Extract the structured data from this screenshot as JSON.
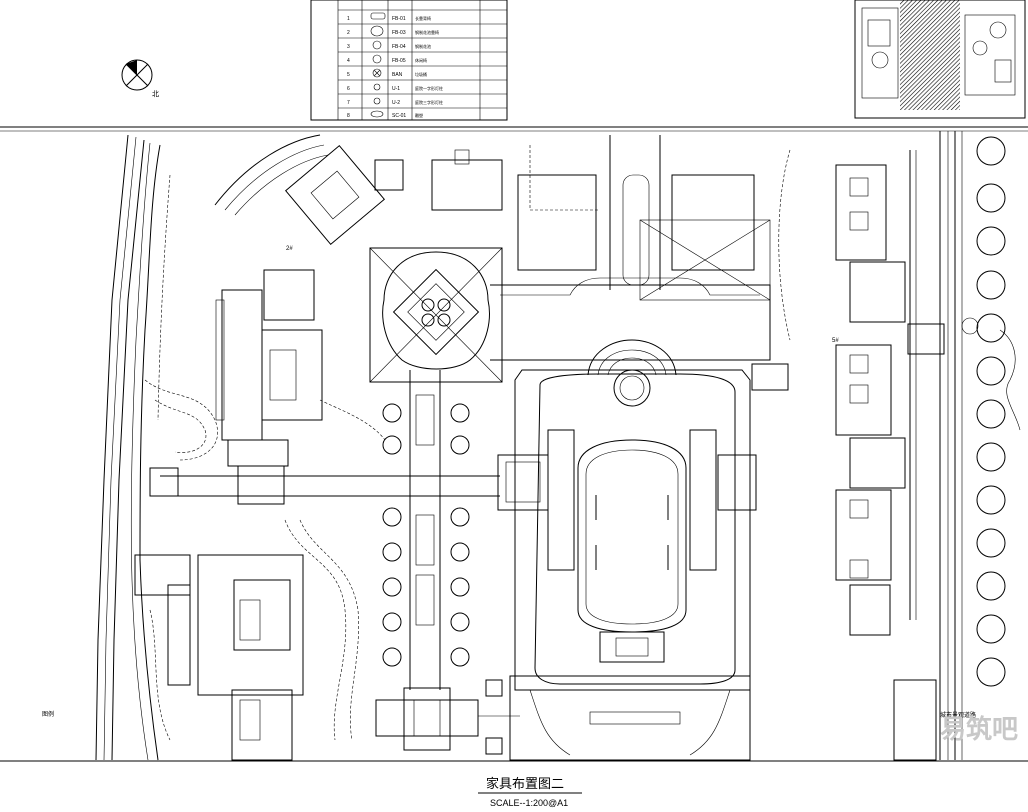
{
  "legend": {
    "rows": [
      {
        "no": "1",
        "code": "FB-01",
        "name": "长靠背椅"
      },
      {
        "no": "2",
        "code": "FB-03",
        "name": "钢制花池靠椅"
      },
      {
        "no": "3",
        "code": "FB-04",
        "name": "钢制花池"
      },
      {
        "no": "4",
        "code": "FB-05",
        "name": "休闲椅"
      },
      {
        "no": "5",
        "code": "BAN",
        "name": "垃圾桶"
      },
      {
        "no": "6",
        "code": "U-1",
        "name": "庭院一字形灯柱"
      },
      {
        "no": "7",
        "code": "U-2",
        "name": "庭院三字形灯柱"
      },
      {
        "no": "8",
        "code": "SC-01",
        "name": "雕塑"
      }
    ]
  },
  "north_label": "北",
  "drawing_title": "家具布置图二",
  "scale_text": "SCALE--1:200@A1",
  "annotations": {
    "street_right": "城市景观道路",
    "left_edge": "图例",
    "a1": "2#",
    "a2": "5#"
  },
  "watermark": "易筑吧"
}
